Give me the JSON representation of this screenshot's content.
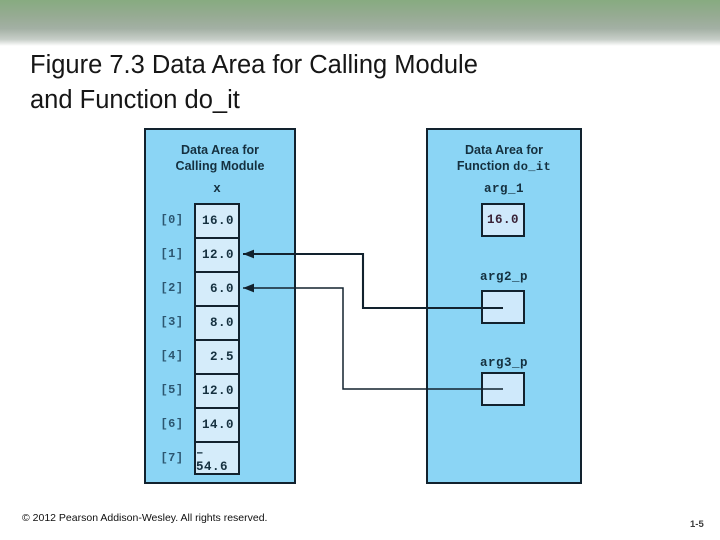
{
  "slide": {
    "title_line1": "Figure 7.3  Data Area for Calling Module",
    "title_line2": "and Function do_it",
    "accent_panel_fill": "#8bd5f5",
    "accent_cell_fill": "#d5ecfa",
    "accent_border": "#12222e",
    "accent_text": "#15303f"
  },
  "left_panel": {
    "title_line1": "Data Area for",
    "title_line2": "Calling Module",
    "array": {
      "name": "x",
      "indices": [
        "[0]",
        "[1]",
        "[2]",
        "[3]",
        "[4]",
        "[5]",
        "[6]",
        "[7]"
      ],
      "values": [
        "16.0",
        "12.0",
        "6.0",
        "8.0",
        "2.5",
        "12.0",
        "14.0",
        "–54.6"
      ]
    }
  },
  "right_panel": {
    "title_line1": "Data Area for",
    "title_line2_prefix": "Function ",
    "title_line2_mono": "do_it",
    "args": [
      {
        "label": "arg_1",
        "value": "16.0"
      },
      {
        "label": "arg2_p",
        "value": ""
      },
      {
        "label": "arg3_p",
        "value": ""
      }
    ]
  },
  "connectors": [
    {
      "from_cell_index": "[1]",
      "to_arg": "arg2_p",
      "has_arrowhead": true
    },
    {
      "from_cell_index": "[2]",
      "to_arg": "arg3_p",
      "has_arrowhead": true
    }
  ],
  "footer": {
    "copyright": "© 2012 Pearson Addison-Wesley. All rights reserved.",
    "page_number": "1-5"
  }
}
